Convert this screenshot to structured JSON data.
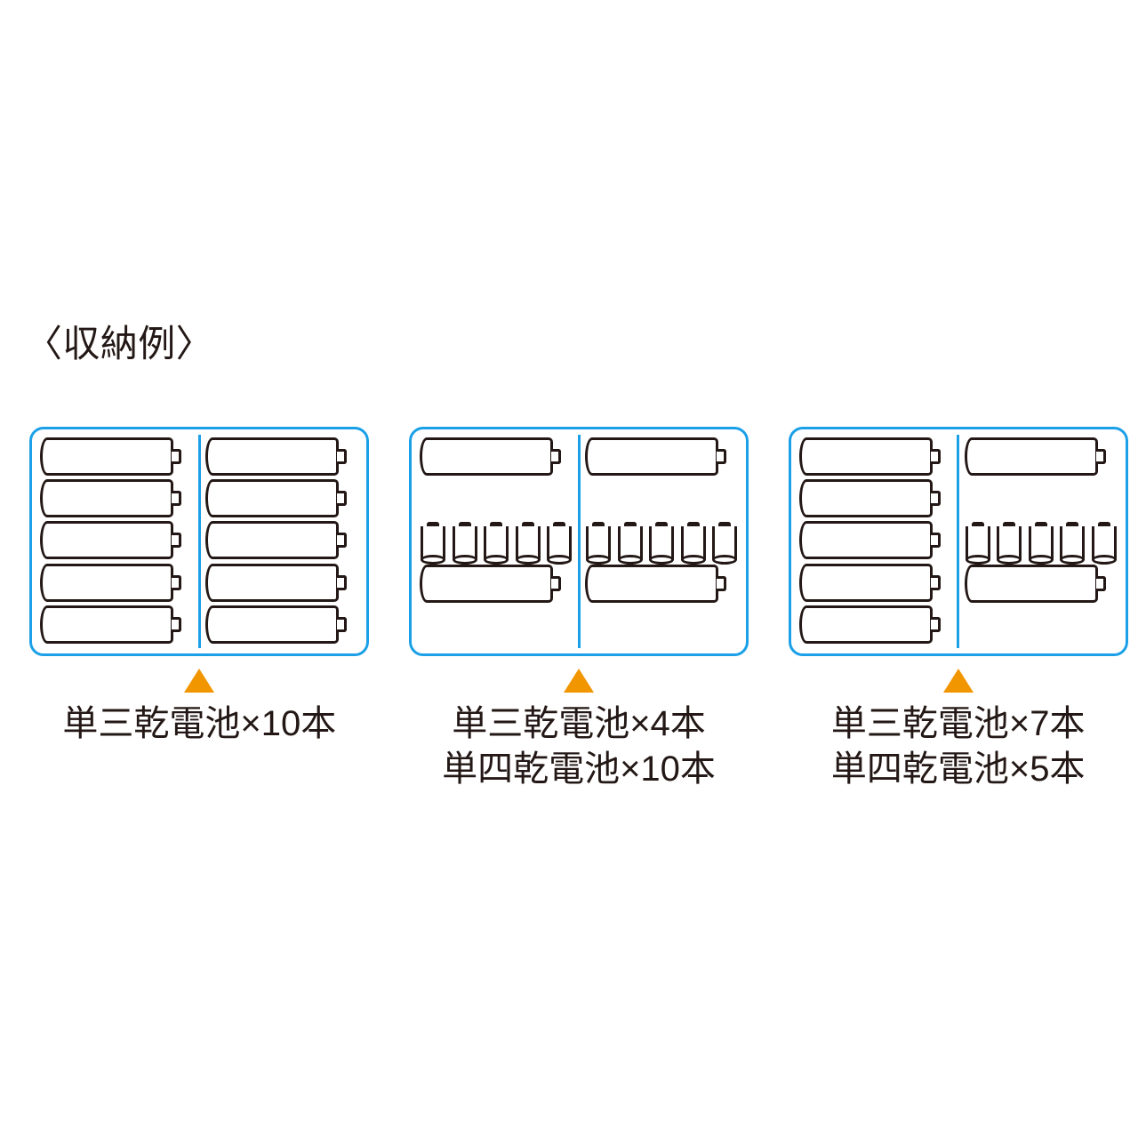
{
  "page": {
    "title": "〈収納例〉",
    "background_color": "#ffffff",
    "ink_color": "#231815",
    "case_color": "#1BA0E8",
    "arrow_color": "#F29600"
  },
  "examples": [
    {
      "id": "example-1",
      "case": {
        "left_slot": {
          "horizontal_aa": 5,
          "vertical_aaa": 0
        },
        "right_slot": {
          "horizontal_aa": 5,
          "vertical_aaa": 0
        }
      },
      "arrow": "triangle-up-icon",
      "caption_lines": [
        "単三乾電池×10本"
      ]
    },
    {
      "id": "example-2",
      "case": {
        "left_slot": {
          "horizontal_aa": 2,
          "vertical_aaa": 5
        },
        "right_slot": {
          "horizontal_aa": 2,
          "vertical_aaa": 5
        }
      },
      "arrow": "triangle-up-icon",
      "caption_lines": [
        "単三乾電池×4本",
        "単四乾電池×10本"
      ]
    },
    {
      "id": "example-3",
      "case": {
        "left_slot": {
          "horizontal_aa": 5,
          "vertical_aaa": 0
        },
        "right_slot": {
          "horizontal_aa": 2,
          "vertical_aaa": 5
        }
      },
      "arrow": "triangle-up-icon",
      "caption_lines": [
        "単三乾電池×7本",
        "単四乾電池×5本"
      ]
    }
  ]
}
